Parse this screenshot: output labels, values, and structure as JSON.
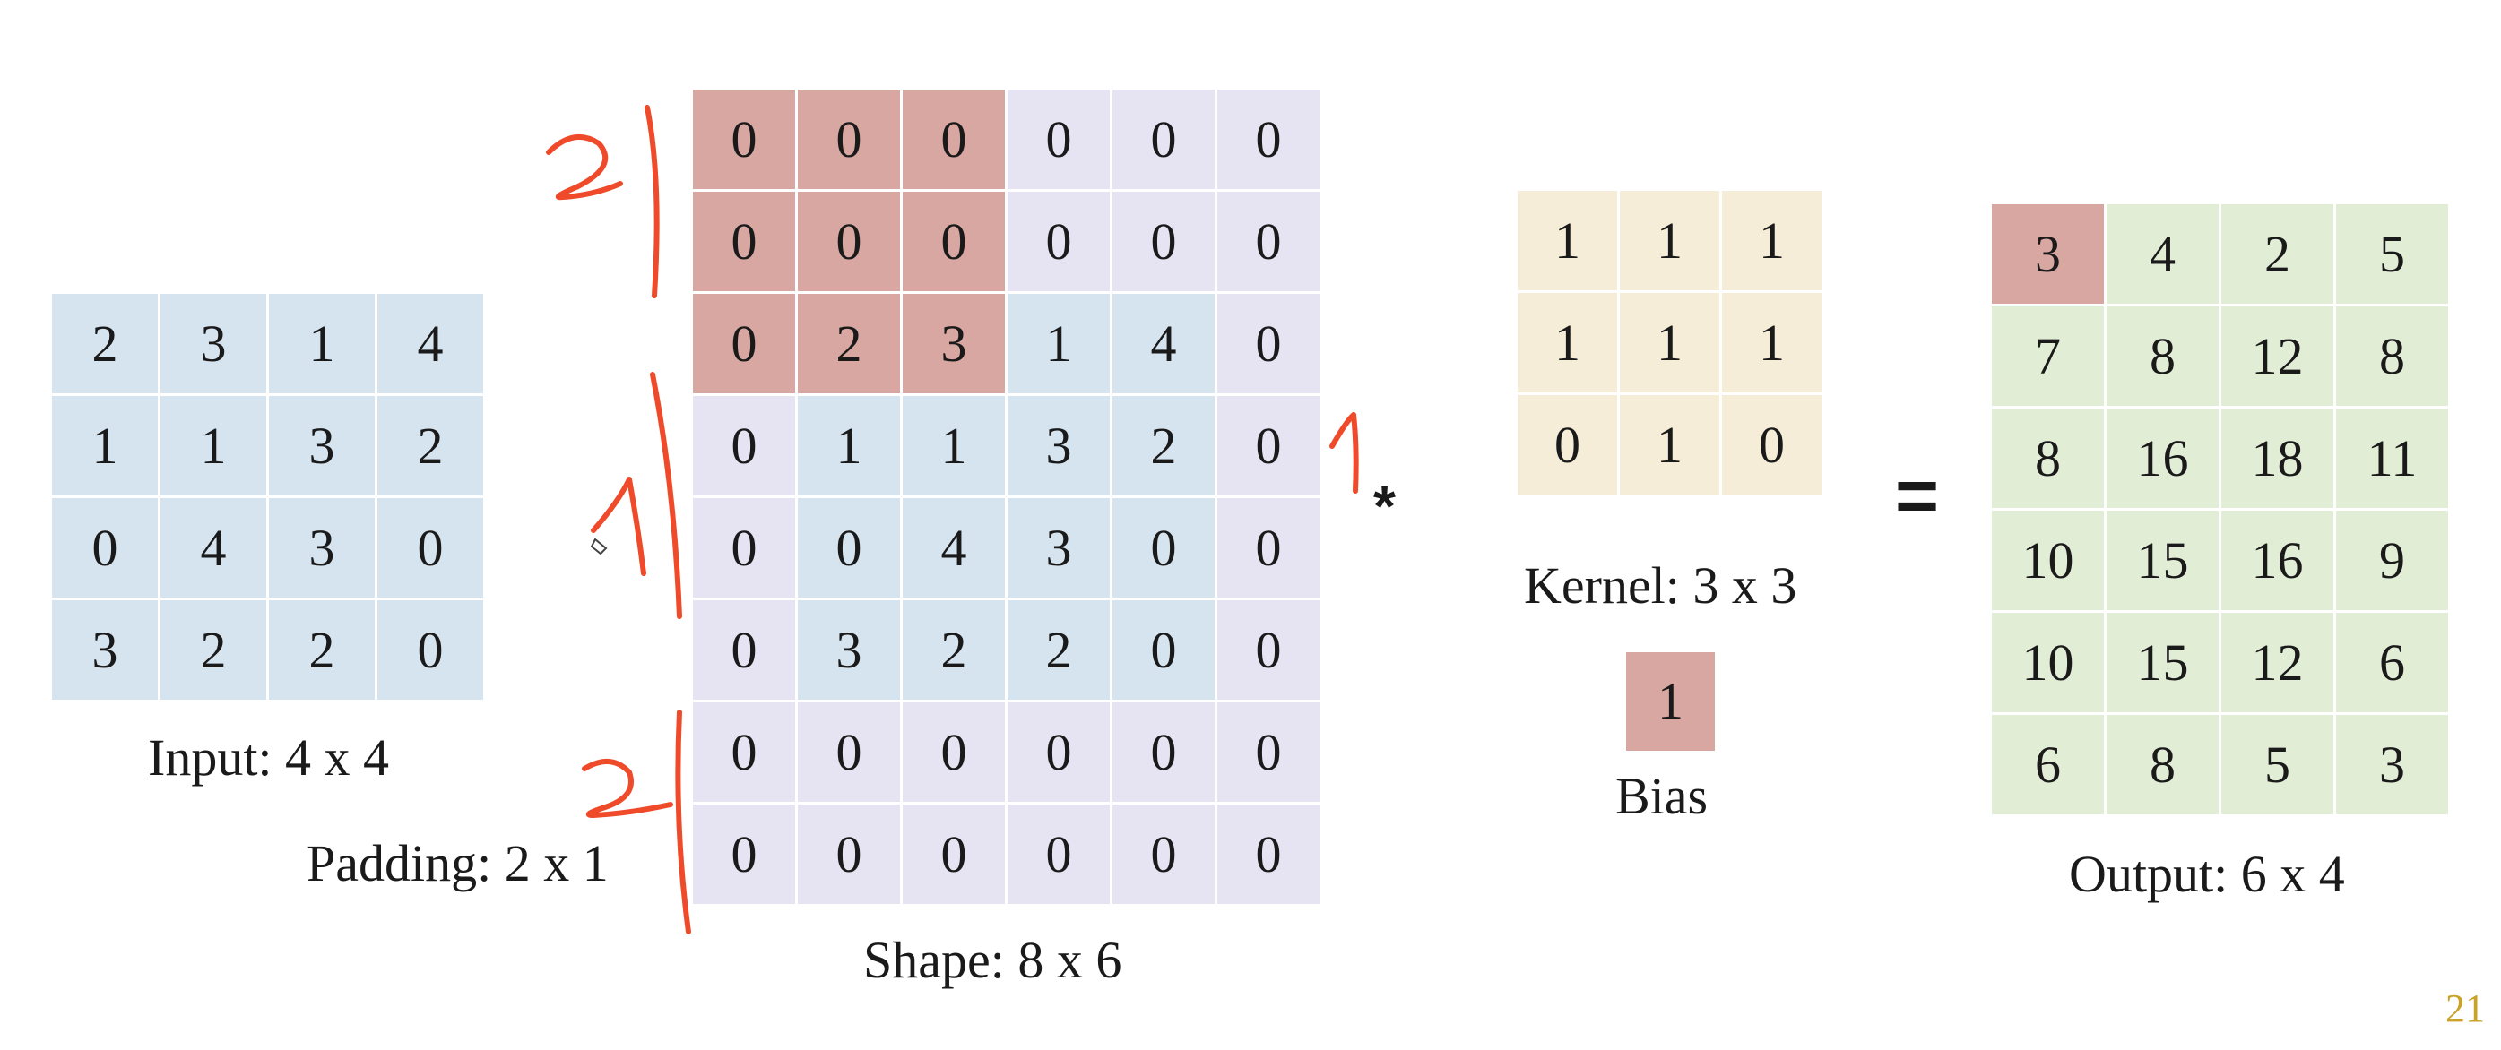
{
  "input": {
    "label": "Input: 4 x 4",
    "rows": [
      [
        "2",
        "3",
        "1",
        "4"
      ],
      [
        "1",
        "1",
        "3",
        "2"
      ],
      [
        "0",
        "4",
        "3",
        "0"
      ],
      [
        "3",
        "2",
        "2",
        "0"
      ]
    ]
  },
  "padding": {
    "label": "Padding: 2 x 1"
  },
  "padded": {
    "label": "Shape: 8 x 6",
    "rows": [
      [
        "0",
        "0",
        "0",
        "0",
        "0",
        "0"
      ],
      [
        "0",
        "0",
        "0",
        "0",
        "0",
        "0"
      ],
      [
        "0",
        "2",
        "3",
        "1",
        "4",
        "0"
      ],
      [
        "0",
        "1",
        "1",
        "3",
        "2",
        "0"
      ],
      [
        "0",
        "0",
        "4",
        "3",
        "0",
        "0"
      ],
      [
        "0",
        "3",
        "2",
        "2",
        "0",
        "0"
      ],
      [
        "0",
        "0",
        "0",
        "0",
        "0",
        "0"
      ],
      [
        "0",
        "0",
        "0",
        "0",
        "0",
        "0"
      ]
    ]
  },
  "kernel": {
    "label": "Kernel: 3 x 3",
    "rows": [
      [
        "1",
        "1",
        "1"
      ],
      [
        "1",
        "1",
        "1"
      ],
      [
        "0",
        "1",
        "0"
      ]
    ]
  },
  "bias": {
    "label": "Bias",
    "value": "1"
  },
  "operators": {
    "convolve": "*",
    "equals": "="
  },
  "output": {
    "label": "Output: 6 x 4",
    "rows": [
      [
        "3",
        "4",
        "2",
        "5"
      ],
      [
        "7",
        "8",
        "12",
        "8"
      ],
      [
        "8",
        "16",
        "18",
        "11"
      ],
      [
        "10",
        "15",
        "16",
        "9"
      ],
      [
        "10",
        "15",
        "12",
        "6"
      ],
      [
        "6",
        "8",
        "5",
        "3"
      ]
    ]
  },
  "annotations": {
    "top_pad": "2",
    "rows": "1",
    "bottom_pad": "2",
    "col_pad": "1"
  },
  "slide_number": "21",
  "colors": {
    "input": "#d6e4f0",
    "padding": "#e6e3f3",
    "window": "#d8a7a1",
    "kernel": "#f6edd8",
    "output": "#e2edd6",
    "ink": "#ef4a2a",
    "slide_number": "#c9a227"
  }
}
